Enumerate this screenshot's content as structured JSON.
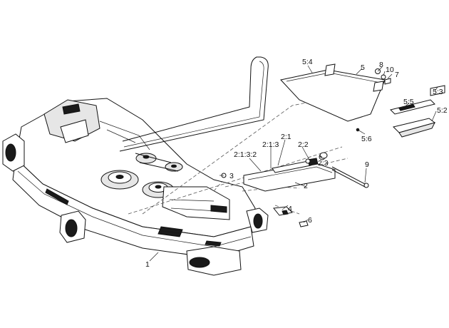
{
  "diagram": {
    "callouts": {
      "c1": "1",
      "c2": "2",
      "c2_1": "2:1",
      "c2_1_3": "2:1:3",
      "c2_1_3_2": "2:1:3:2",
      "c2_2": "2:2",
      "c2_3": "2:3",
      "c3": "3",
      "c4": "4",
      "c5": "5",
      "c5_2": "5:2",
      "c5_3": "5:3",
      "c5_4": "5:4",
      "c5_5": "5:5",
      "c5_6": "5:6",
      "c6": "6",
      "c7": "7",
      "c8": "8",
      "c9": "9",
      "c10": "10"
    }
  }
}
